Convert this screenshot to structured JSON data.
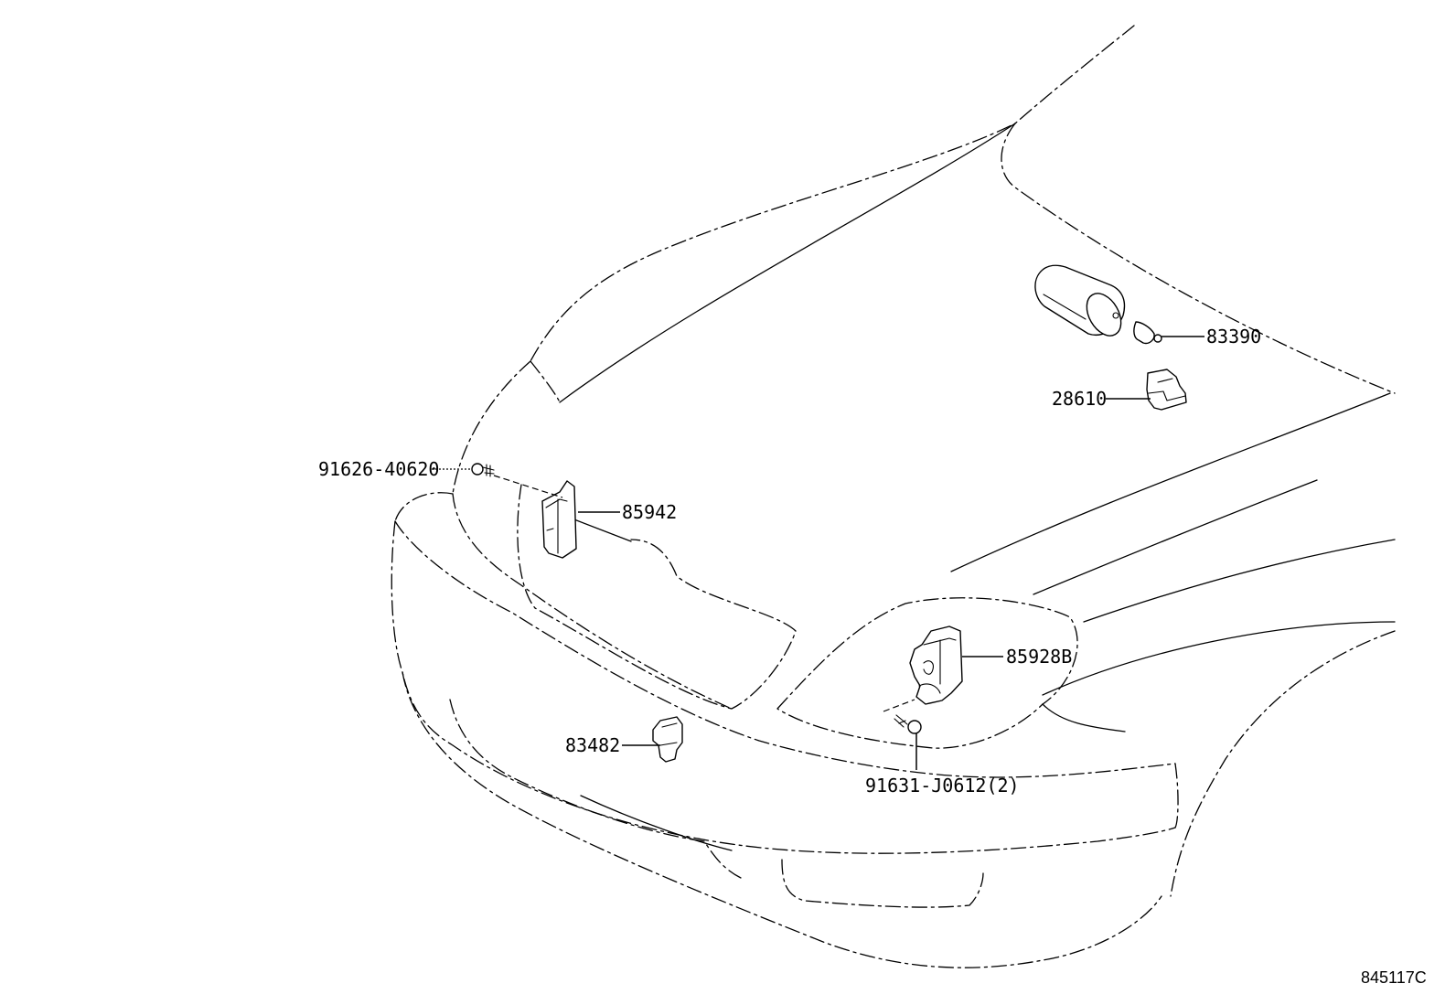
{
  "diagram": {
    "reference_code": "845117C",
    "callouts": {
      "p83390": "83390",
      "p28610": "28610",
      "p91626": "91626-40620",
      "p85942": "85942",
      "p85928b": "85928B",
      "p83482": "83482",
      "p91631": "91631-J0612(2)"
    }
  }
}
